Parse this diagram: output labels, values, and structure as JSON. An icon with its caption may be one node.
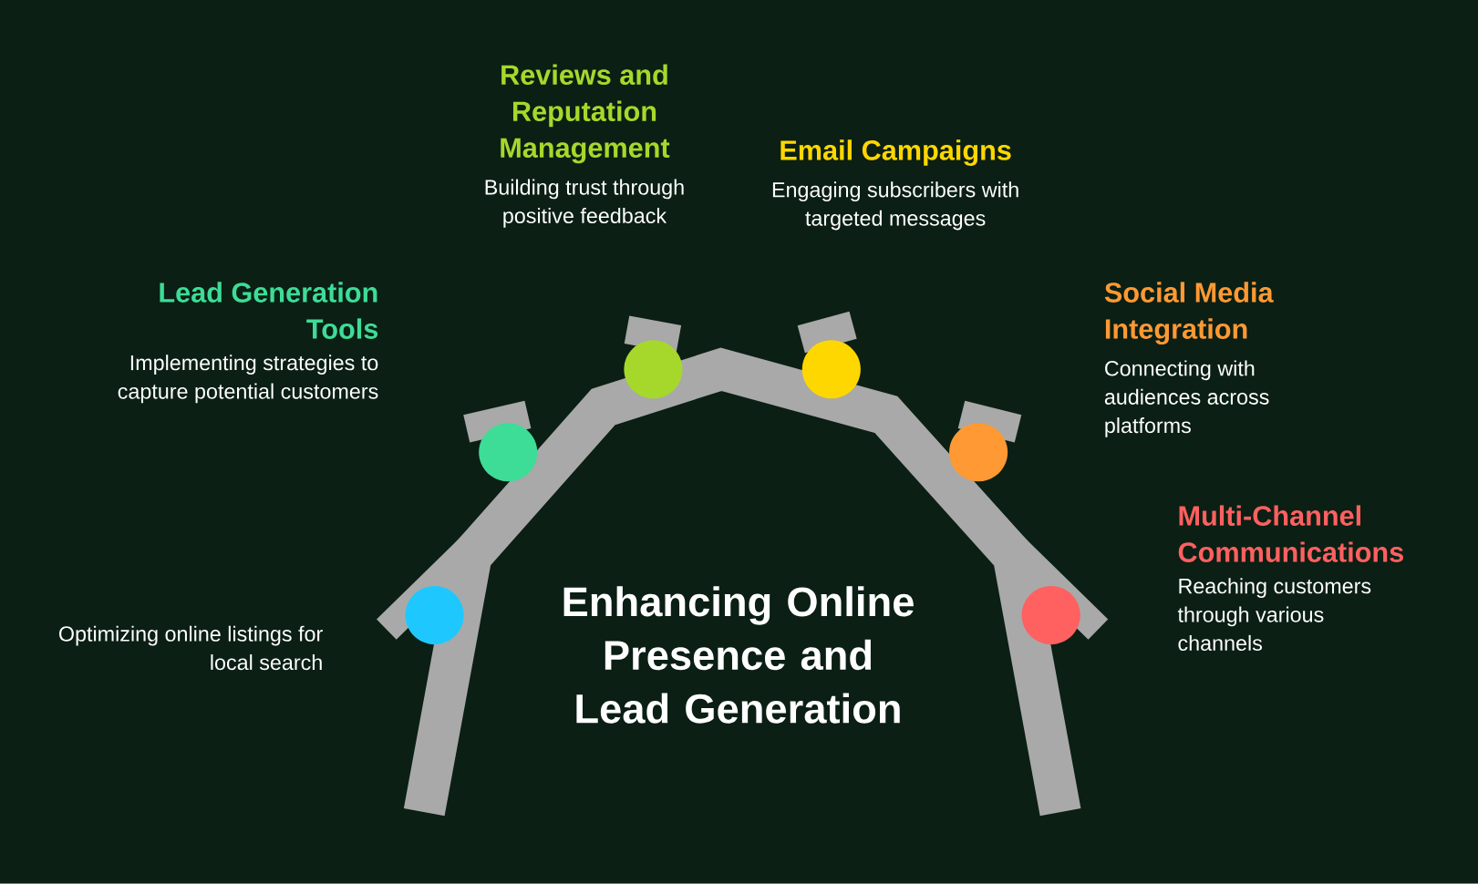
{
  "diagram": {
    "title": "Enhancing Online Presence and Lead Generation",
    "nodes": [
      {
        "text": [
          "Reviews and Reputation Management",
          "Building trust through positive feedback"
        ]
      },
      {
        "text": [
          "Email Campaigns",
          "Engaging subscribers with targeted messages"
        ]
      },
      {
        "text": [
          "Lead Generation Tools",
          "Implementing strategies to capture potential customers"
        ]
      },
      {
        "text": [
          "Social Media Integration",
          "Connecting with audiences across platforms"
        ]
      },
      {
        "text": [
          "Optimizing online listings for local search"
        ]
      },
      {
        "text": [
          "Multi-Channel Communications",
          "Reaching customers through various channels"
        ]
      }
    ]
  }
}
